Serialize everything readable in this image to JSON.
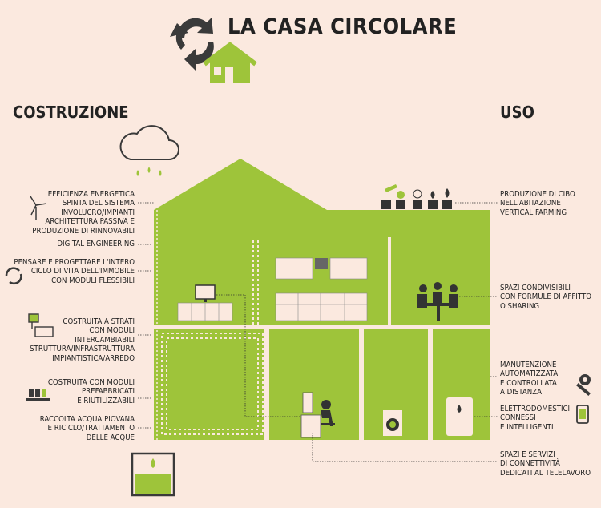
{
  "title": "LA CASA CIRCOLARE",
  "sections": {
    "left": "COSTRUZIONE",
    "right": "USO"
  },
  "colors": {
    "background": "#fbe9df",
    "house_green": "#9ec43a",
    "dark": "#333333"
  },
  "icons": [
    "recycle-arrows-icon",
    "house-icon",
    "cloud-rain-icon",
    "wind-turbine-icon",
    "recycle-icon",
    "modules-icon",
    "conveyor-icon",
    "water-tank-icon",
    "plants-icon",
    "people-table-icon",
    "gears-icon",
    "smartphone-icon",
    "tv-icon",
    "kitchen-icon",
    "worker-desk-icon",
    "washing-machine-icon",
    "boiler-icon"
  ],
  "left_labels": [
    {
      "lines": [
        "EFFICIENZA ENERGETICA",
        "SPINTA DEL SISTEMA",
        "INVOLUCRO/IMPIANTI",
        "ARCHITETTURA PASSIVA E",
        "PRODUZIONE DI RINNOVABILI"
      ]
    },
    {
      "lines": [
        "DIGITAL ENGINEERING"
      ]
    },
    {
      "lines": [
        "PENSARE E PROGETTARE L'INTERO",
        "CICLO DI VITA DELL'IMMOBILE",
        "CON MODULI FLESSIBILI"
      ]
    },
    {
      "lines": [
        "COSTRUITA A STRATI",
        "CON MODULI",
        "INTERCAMBIABILI",
        "STRUTTURA/INFRASTRUTTURA",
        "IMPIANTISTICA/ARREDO"
      ]
    },
    {
      "lines": [
        "COSTRUITA CON MODULI",
        "PREFABBRICATI",
        "E RIUTILIZZABILI"
      ]
    },
    {
      "lines": [
        "RACCOLTA ACQUA PIOVANA",
        "E RICICLO/TRATTAMENTO",
        "DELLE ACQUE"
      ]
    }
  ],
  "right_labels": [
    {
      "lines": [
        "PRODUZIONE DI CIBO",
        "NELL'ABITAZIONE",
        "VERTICAL FARMING"
      ]
    },
    {
      "lines": [
        "SPAZI CONDIVISIBILI",
        "CON FORMULE DI AFFITTO",
        "O SHARING"
      ]
    },
    {
      "lines": [
        "MANUTENZIONE",
        "AUTOMATIZZATA",
        "E CONTROLLATA",
        "A DISTANZA"
      ]
    },
    {
      "lines": [
        "ELETTRODOMESTICI",
        "CONNESSI",
        "E INTELLIGENTI"
      ]
    },
    {
      "lines": [
        "SPAZI E SERVIZI",
        "DI CONNETTIVITÀ",
        "DEDICATI AL TELELAVORO"
      ]
    }
  ]
}
